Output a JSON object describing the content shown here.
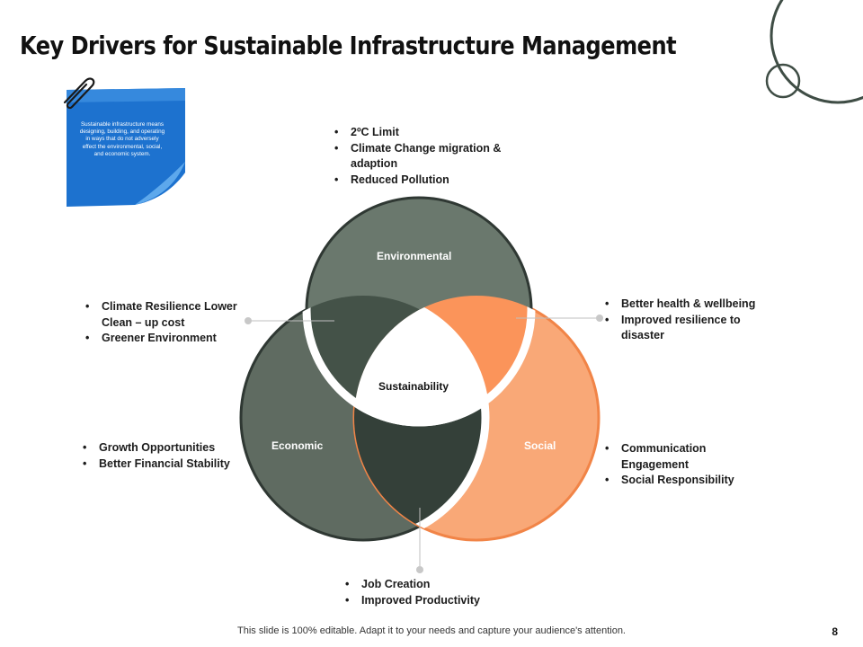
{
  "title": "Key Drivers for Sustainable Infrastructure Management",
  "note": {
    "text": "Sustainable infrastructure means designing, building, and operating in ways that do not adversely effect the environmental, social, and economic system."
  },
  "icons": {
    "note_clip": "paperclip-icon",
    "deco": "decorative-circles"
  },
  "colors": {
    "environmental": "#6a786d",
    "economic": "#5f6b61",
    "social": "#f9a877",
    "env_econ_overlap": "#445248",
    "env_social_overlap": "#fb945a",
    "econ_social_overlap": "#344039",
    "note_blue": "#1d72cf"
  },
  "diagram": {
    "labels": {
      "environmental": "Environmental",
      "economic": "Economic",
      "social": "Social",
      "center": "Sustainability"
    }
  },
  "bullets": {
    "top": [
      "2ºC Limit",
      "Climate Change migration & adaption",
      "Reduced Pollution"
    ],
    "left_upper": [
      "Climate Resilience Lower Clean – up cost",
      "Greener Environment"
    ],
    "right_upper": [
      "Better health & wellbeing",
      "Improved resilience to disaster"
    ],
    "left_lower": [
      "Growth Opportunities",
      "Better Financial Stability"
    ],
    "right_lower": [
      "Communication Engagement",
      "Social Responsibility"
    ],
    "bottom": [
      "Job Creation",
      "Improved Productivity"
    ]
  },
  "footer": "This slide is 100% editable. Adapt it to your needs and capture your audience's attention.",
  "page_number": "8"
}
